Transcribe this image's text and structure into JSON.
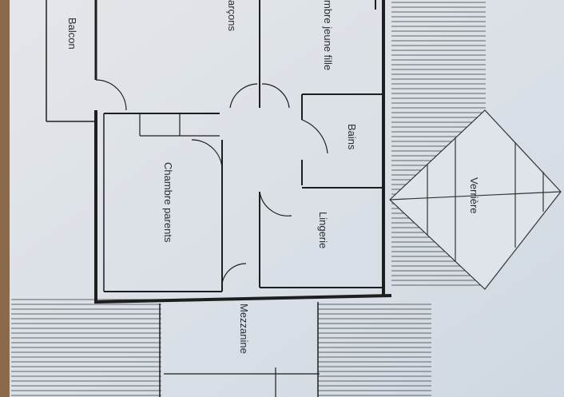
{
  "plan": {
    "rooms": {
      "balcon": "Balcon",
      "garcons": "arçons",
      "jeune_fille": "mbre jeune fille",
      "bains": "Bains",
      "parents": "Chambre parents",
      "lingerie": "Lingerie",
      "verriere": "Verrière",
      "mezzanine": "Mezzanine"
    }
  }
}
